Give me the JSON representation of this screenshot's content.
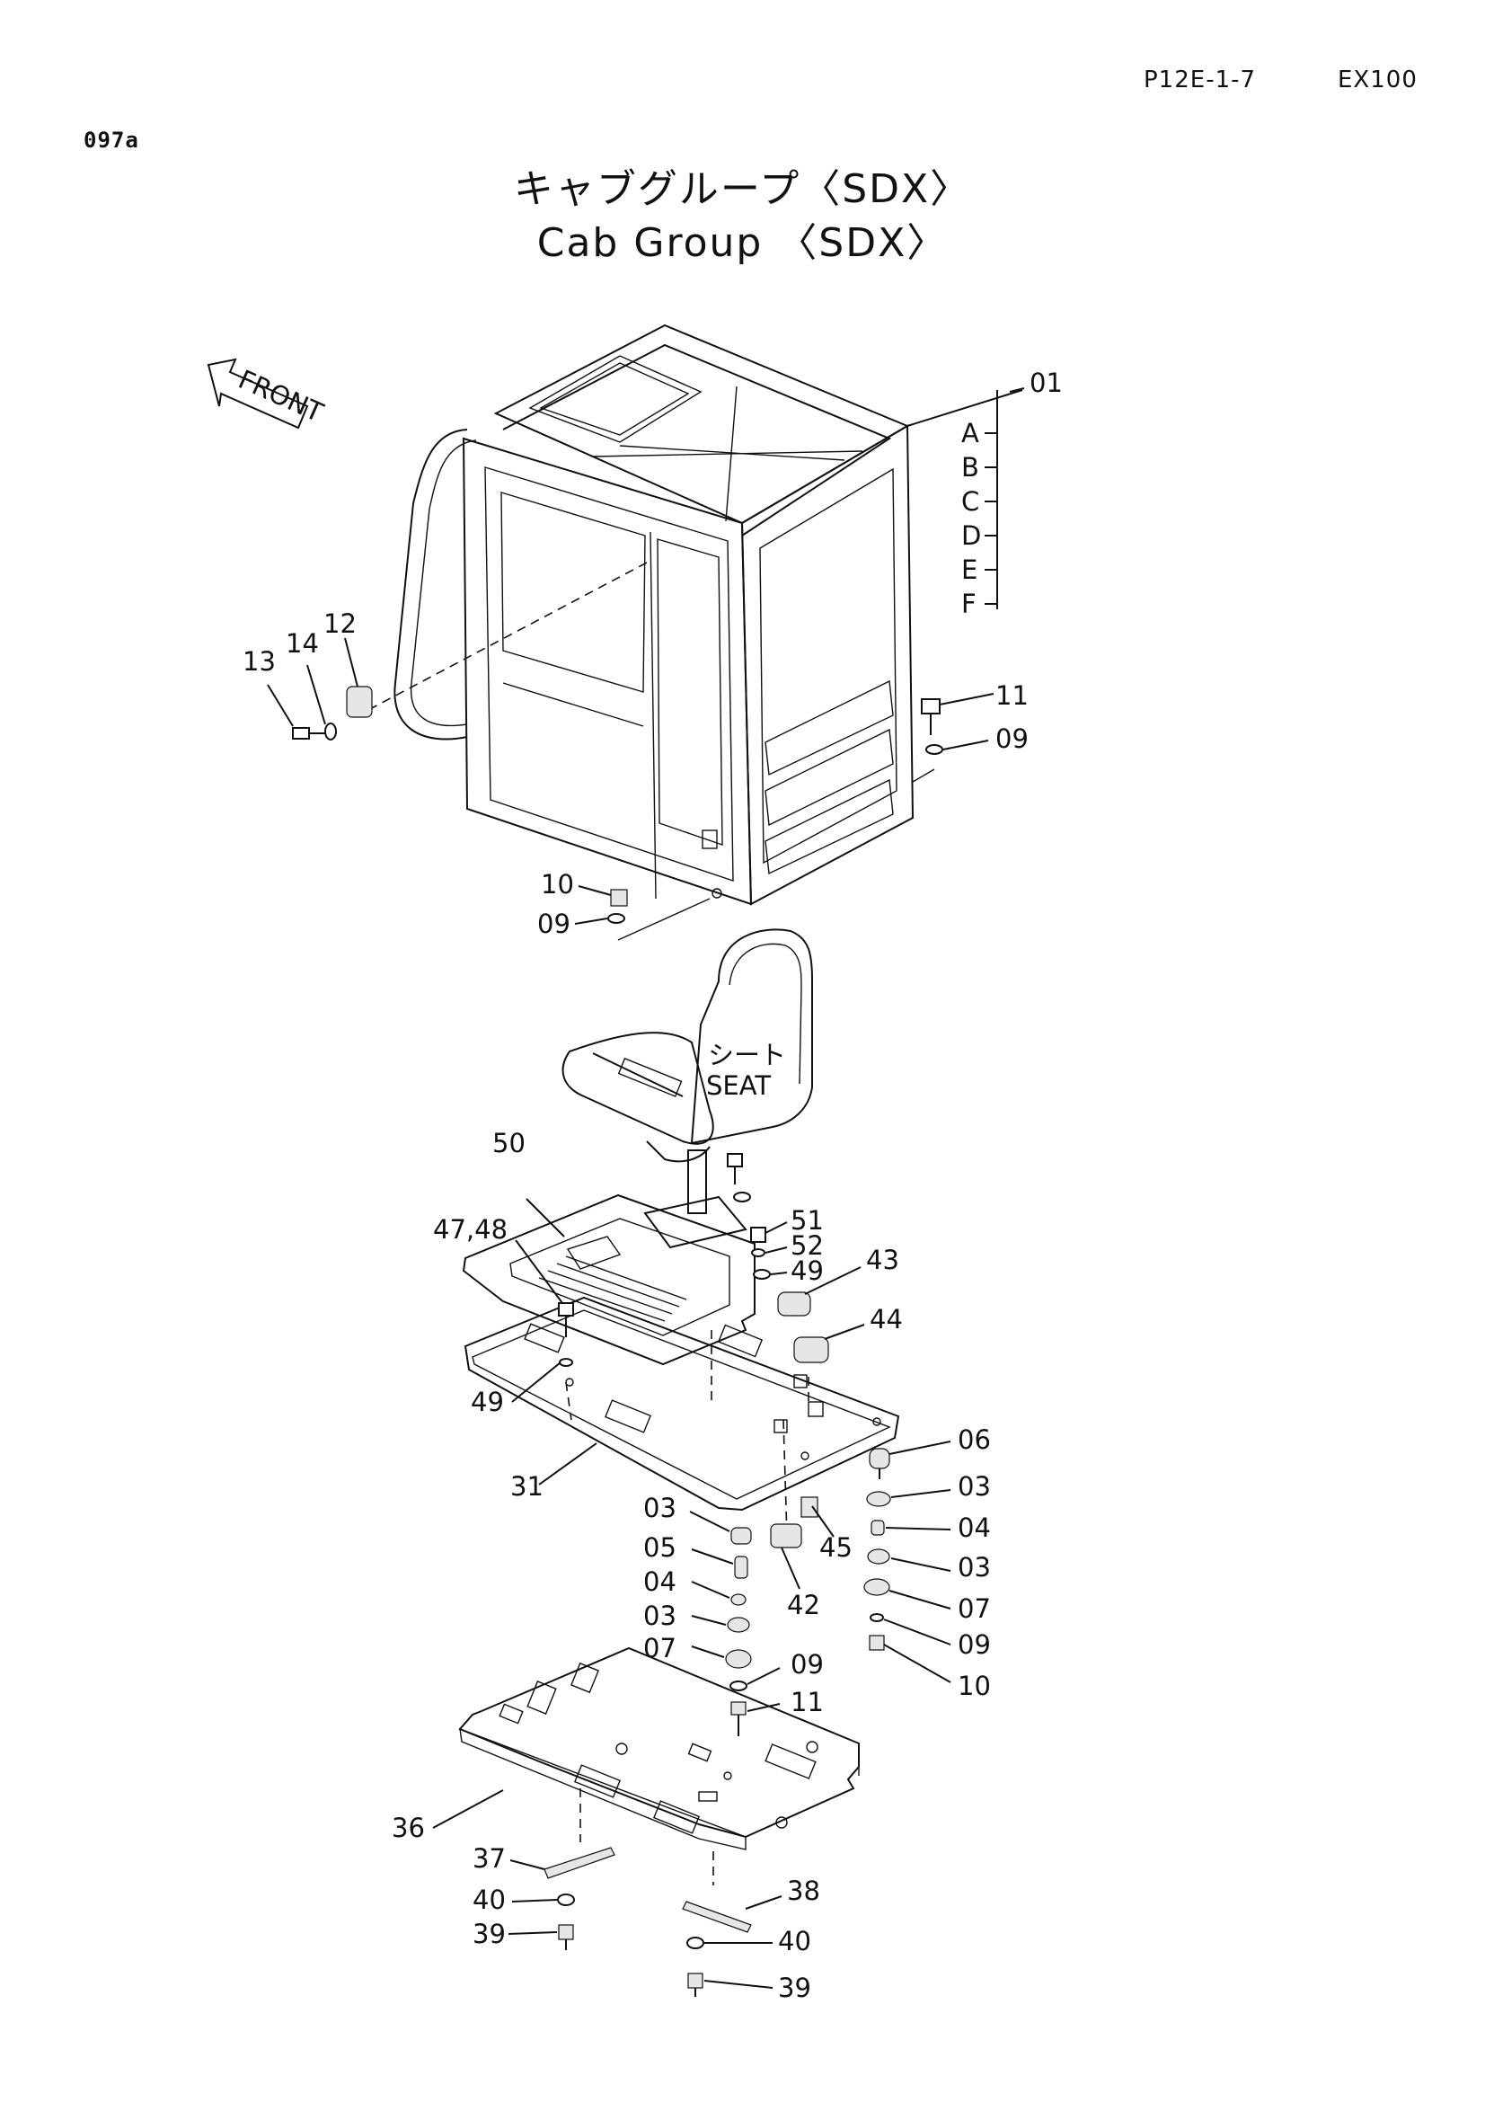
{
  "header": {
    "page_code": "P12E-1-7",
    "model": "EX100",
    "sheet_id": "097a"
  },
  "title": {
    "japanese": "キャブグループ〈SDX〉",
    "english": "Cab Group 〈SDX〉"
  },
  "front_arrow": "FRONT",
  "seat_label": {
    "japanese": "シート",
    "english": "SEAT"
  },
  "cab_variants": [
    "A",
    "B",
    "C",
    "D",
    "E",
    "F"
  ],
  "callouts": {
    "c01": "01",
    "c11a": "11",
    "c09a": "09",
    "c12": "12",
    "c14": "14",
    "c13": "13",
    "c10a": "10",
    "c09b": "09",
    "c50": "50",
    "c4748": "47,48",
    "c51": "51",
    "c52": "52",
    "c49a": "49",
    "c43": "43",
    "c44": "44",
    "c49b": "49",
    "c31": "31",
    "c06": "06",
    "c03a": "03",
    "c04a": "04",
    "c03b": "03",
    "c07a": "07",
    "c09c": "09",
    "c10b": "10",
    "c03c": "03",
    "c05": "05",
    "c04b": "04",
    "c03d": "03",
    "c07b": "07",
    "c09d": "09",
    "c11b": "11",
    "c45": "45",
    "c42": "42",
    "c36": "36",
    "c37": "37",
    "c40a": "40",
    "c39a": "39",
    "c38": "38",
    "c40b": "40",
    "c39b": "39"
  }
}
